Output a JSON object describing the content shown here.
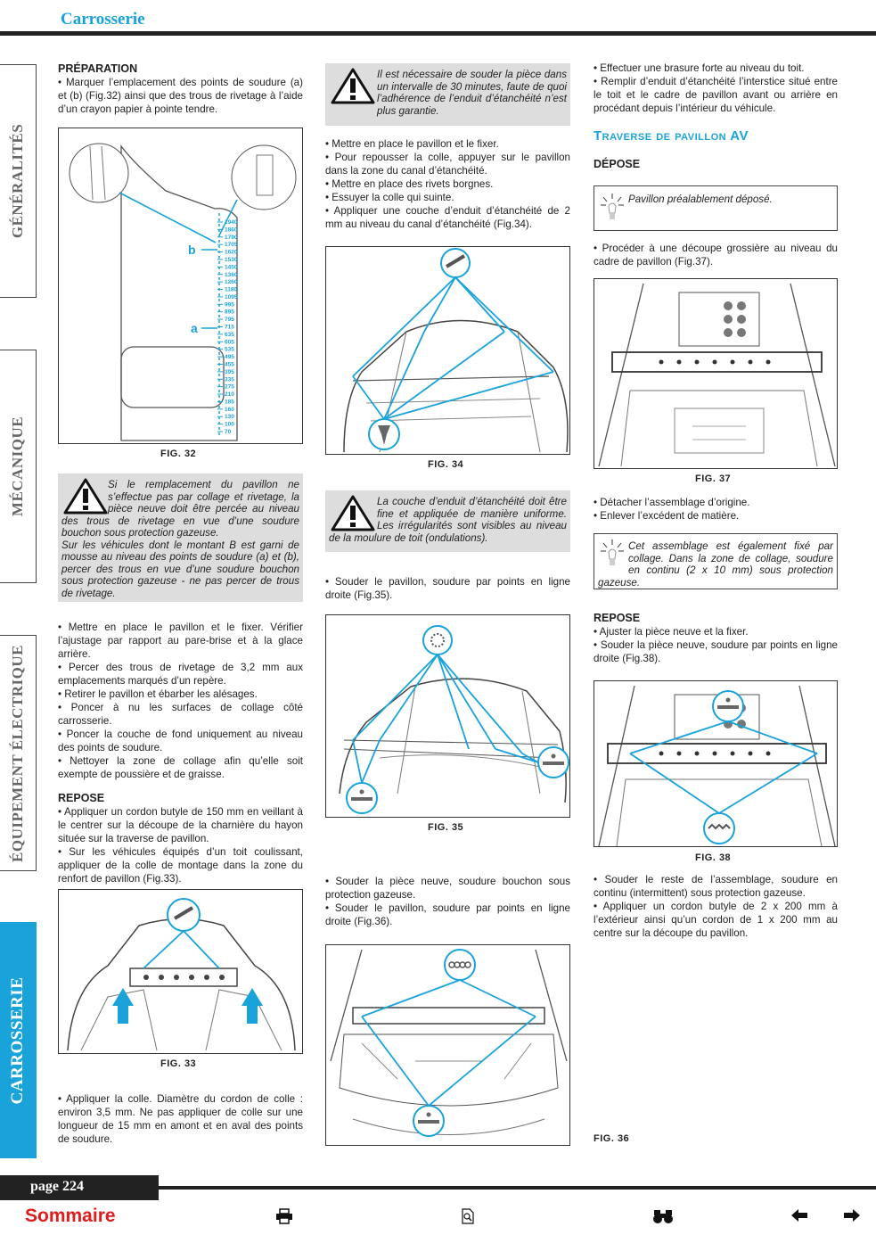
{
  "header": {
    "title": "Carrosserie"
  },
  "side_tabs": [
    {
      "label": "GÉNÉRALITÉS"
    },
    {
      "label": "MÉCANIQUE"
    },
    {
      "label": "ÉQUIPEMENT ÉLECTRIQUE"
    },
    {
      "label": "CARROSSERIE"
    }
  ],
  "col1": {
    "h_preparation": "PRÉPARATION",
    "p1": "• Marquer l’emplacement des points de soudure (a) et (b) (Fig.32) ainsi que des trous de rivetage à l’aide d’un crayon papier à pointe tendre.",
    "fig32": "FIG. 32",
    "fig32_a": "a",
    "fig32_b": "b",
    "fig32_scale": [
      "1940",
      "1860",
      "1790",
      "1705",
      "1620",
      "1530",
      "1450",
      "1360",
      "1260",
      "1180",
      "1095",
      "995",
      "895",
      "795",
      "715",
      "635",
      "605",
      "535",
      "495",
      "455",
      "395",
      "335",
      "275",
      "210",
      "185",
      "160",
      "130",
      "100",
      "70"
    ],
    "note1": "Si le remplacement du pavillon ne s’effectue pas par collage et rivetage, la pièce neuve doit être percée au niveau des trous de rivetage en vue d’une soudure bouchon sous protection gazeuse.",
    "note1b": "Sur les véhicules dont le montant B est garni de mousse au niveau des points de soudure (a) et (b), percer des trous en vue d’une soudure bouchon sous protection gazeuse - ne pas percer de trous de rivetage.",
    "p2": "• Mettre en place le pavillon et le fixer. Vérifier l’ajustage par rapport au pare-brise et à la glace arrière.",
    "p3": "• Percer des trous de rivetage de  3,2 mm aux emplacements marqués d’un repère.",
    "p4": "• Retirer le pavillon et ébarber les alésages.",
    "p5": "• Poncer à nu les surfaces de collage côté carrosserie.",
    "p6": "• Poncer la couche de fond uniquement au niveau des points de soudure.",
    "p7": "• Nettoyer la zone de collage afin qu’elle soit exempte de poussière et de graisse.",
    "h_repose": "REPOSE",
    "p8": "• Appliquer un cordon butyle de 150 mm en veillant à le centrer sur la découpe de la charnière du hayon située sur la traverse de pavillon.",
    "p9": "• Sur les véhicules équipés d’un toit coulissant, appliquer de la colle de montage dans la zone du renfort de pavillon (Fig.33).",
    "fig33": "FIG. 33",
    "p10": "• Appliquer la colle. Diamètre du cordon de colle : environ 3,5 mm. Ne pas appliquer de colle sur une longueur de 15 mm en amont et en aval des points de soudure."
  },
  "col2": {
    "note2": "Il est nécessaire de souder la pièce dans un intervalle de 30 minutes, faute de quoi l’adhérence de l’enduit d’étanchéité n’est plus garantie.",
    "p1": "• Mettre en place le pavillon et le fixer.",
    "p2": "• Pour repousser la colle, appuyer sur le pavillon dans la zone du canal d’étanchéité.",
    "p3": "• Mettre en place des rivets borgnes.",
    "p4": "• Essuyer la colle qui suinte.",
    "p5": "• Appliquer une couche d’enduit d’étanchéité de 2 mm au niveau du canal d’étanchéité (Fig.34).",
    "fig34": "FIG. 34",
    "note3": "La couche d’enduit d’étanchéité doit être fine et appliquée de manière uniforme. Les irrégularités sont visibles au niveau de la moulure de toit (ondulations).",
    "p6": "• Souder le pavillon, soudure par points en ligne droite (Fig.35).",
    "fig35": "FIG. 35",
    "p7": "• Souder la pièce neuve, soudure bouchon sous protection gazeuse.",
    "p8": "• Souder le pavillon, soudure par points en ligne droite (Fig.36).",
    "fig36": "FIG. 36"
  },
  "col3": {
    "p1": "• Effectuer une brasure forte au niveau du toit.",
    "p2": "• Remplir d’enduit d’étanchéité l’interstice situé entre le toit et le cadre de pavillon avant ou arrière en procédant depuis l’intérieur du véhicule.",
    "title": "Traverse de pavillon AV",
    "h_depose": "DÉPOSE",
    "tip1": "Pavillon préalablement déposé.",
    "p3": "• Procéder à une découpe grossière au niveau du cadre de pavillon (Fig.37).",
    "fig37": "FIG. 37",
    "p4": "• Détacher l’assemblage d’origine.",
    "p5": "• Enlever l’excédent de matière.",
    "tip2": "Cet assemblage est également fixé par collage. Dans la zone de collage, soudure en continu (2 x 10 mm) sous protection gazeuse.",
    "h_repose": "REPOSE",
    "p6": "• Ajuster la pièce neuve et la fixer.",
    "p7": "• Souder la pièce neuve, soudure par points en ligne droite (Fig.38).",
    "fig38": "FIG. 38",
    "p8": "• Souder le reste de l’assemblage, soudure en continu (intermittent) sous protection gazeuse.",
    "p9": "• Appliquer un cordon butyle de 2 x 200 mm à l’extérieur ainsi qu’un cordon de 1 x 200 mm au centre sur la découpe du pavillon."
  },
  "footer": {
    "page": "page 224",
    "sommaire": "Sommaire",
    "icons": [
      "printer-icon",
      "zoom-page-icon",
      "binoculars-icon",
      "arrow-left-icon",
      "arrow-right-icon"
    ]
  },
  "colors": {
    "accent": "#1aa3db",
    "link": "#e01c1c",
    "note_bg": "#dddddd"
  }
}
